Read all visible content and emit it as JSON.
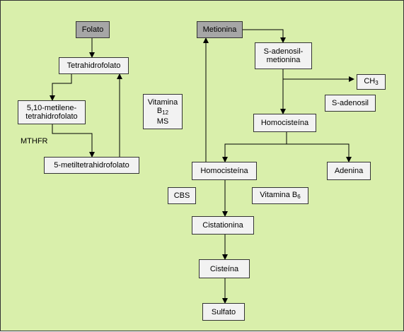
{
  "nodes": {
    "folato": "Folato",
    "tetrahidrofolato": "Tetrahidrofolato",
    "metilene_line1": "5,10-metilene-",
    "metilene_line2": "tetrahidrofolato",
    "metiltetrahidrofolato": "5-metiltetrahidrofolato",
    "vitamina_b12_line1": "Vitamina",
    "vitamina_b12_line2": "B",
    "vitamina_b12_sub": "12",
    "vitamina_b12_line3": "MS",
    "metionina": "Metionina",
    "sadenosil_met_line1": "S-adenosil-",
    "sadenosil_met_line2": "metionina",
    "ch3_base": "CH",
    "ch3_sub": "3",
    "sadenosil": "S-adenosil",
    "homocisteina_top": "Homocisteína",
    "homocisteina_left": "Homocisteína",
    "adenina": "Adenina",
    "cbs": "CBS",
    "vitamina_b6_base": "Vitamina B",
    "vitamina_b6_sub": "6",
    "cistationina": "Cistationina",
    "cisteina": "Cisteína",
    "sulfato": "Sulfato"
  },
  "labels": {
    "mthfr": "MTHFR"
  },
  "colors": {
    "background": "#d9efab",
    "node_fill": "#f2f2f2",
    "node_dark_fill": "#a6a6a6",
    "stroke": "#000000"
  }
}
